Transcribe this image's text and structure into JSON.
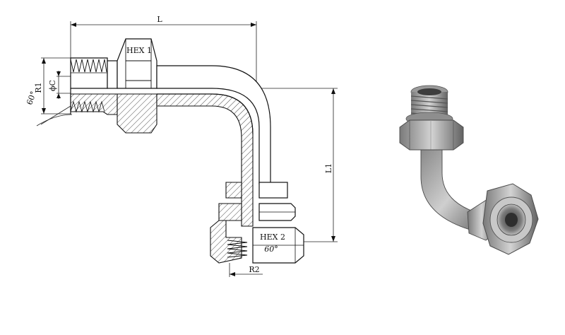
{
  "drawing": {
    "labels": {
      "L": "L",
      "L1": "L1",
      "R1": "R1",
      "C": "ϕC",
      "angle_top": "60°",
      "hex1": "HEX 1",
      "hex2": "HEX 2",
      "angle_bottom": "60°",
      "R2": "R2"
    }
  },
  "colors": {
    "line": "#111111",
    "hatch": "#333333",
    "metal_light": "#d9d9d9",
    "metal_mid": "#a8a8a8",
    "metal_dark": "#6e6e6e"
  }
}
